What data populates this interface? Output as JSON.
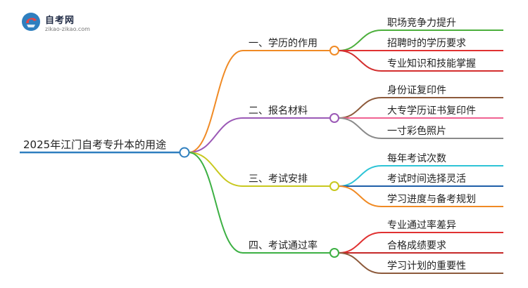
{
  "logo": {
    "name": "自考网",
    "url": "zikao-zikao.com"
  },
  "mindmap": {
    "root": {
      "label": "2025年江门自考专升本的用途",
      "color": "#2f7fbf"
    },
    "branches": [
      {
        "label": "一、学历的作用",
        "color": "#f08a24",
        "children": [
          {
            "label": "职场竞争力提升",
            "color": "#4caf3c"
          },
          {
            "label": "招聘时的学历要求",
            "color": "#e03131"
          },
          {
            "label": "专业知识和技能掌握",
            "color": "#d32f2f"
          }
        ]
      },
      {
        "label": "二、报名材料",
        "color": "#9b59b6",
        "children": [
          {
            "label": "身份证复印件",
            "color": "#8d5a3b"
          },
          {
            "label": "大专学历证书复印件",
            "color": "#f06292"
          },
          {
            "label": "一寸彩色照片",
            "color": "#8a8a8a"
          }
        ]
      },
      {
        "label": "三、考试安排",
        "color": "#c8c81e",
        "children": [
          {
            "label": "每年考试次数",
            "color": "#2ec4d6"
          },
          {
            "label": "考试时间选择灵活",
            "color": "#1e5fa8"
          },
          {
            "label": "学习进度与备考规划",
            "color": "#f08a24"
          }
        ]
      },
      {
        "label": "四、考试通过率",
        "color": "#3cb043",
        "children": [
          {
            "label": "专业通过率差异",
            "color": "#e03131"
          },
          {
            "label": "合格成绩要求",
            "color": "#c62828"
          },
          {
            "label": "学习计划的重要性",
            "color": "#8d5a3b"
          }
        ]
      }
    ]
  }
}
